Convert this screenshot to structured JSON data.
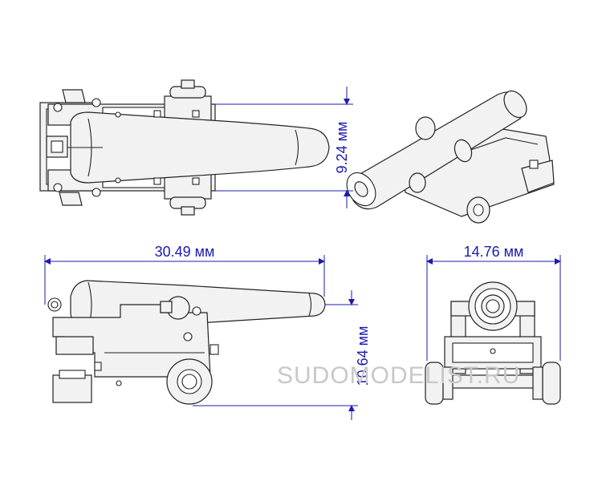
{
  "watermark": "SUDOMODELIST.RU",
  "dimensions": {
    "length": "30.49 мм",
    "width": "14.76 мм",
    "top_height": "9.24 мм",
    "side_height": "10.64 мм"
  },
  "colors": {
    "line": "#222222",
    "dimension": "#1b1bb0",
    "watermark": "#c8c8c8"
  }
}
